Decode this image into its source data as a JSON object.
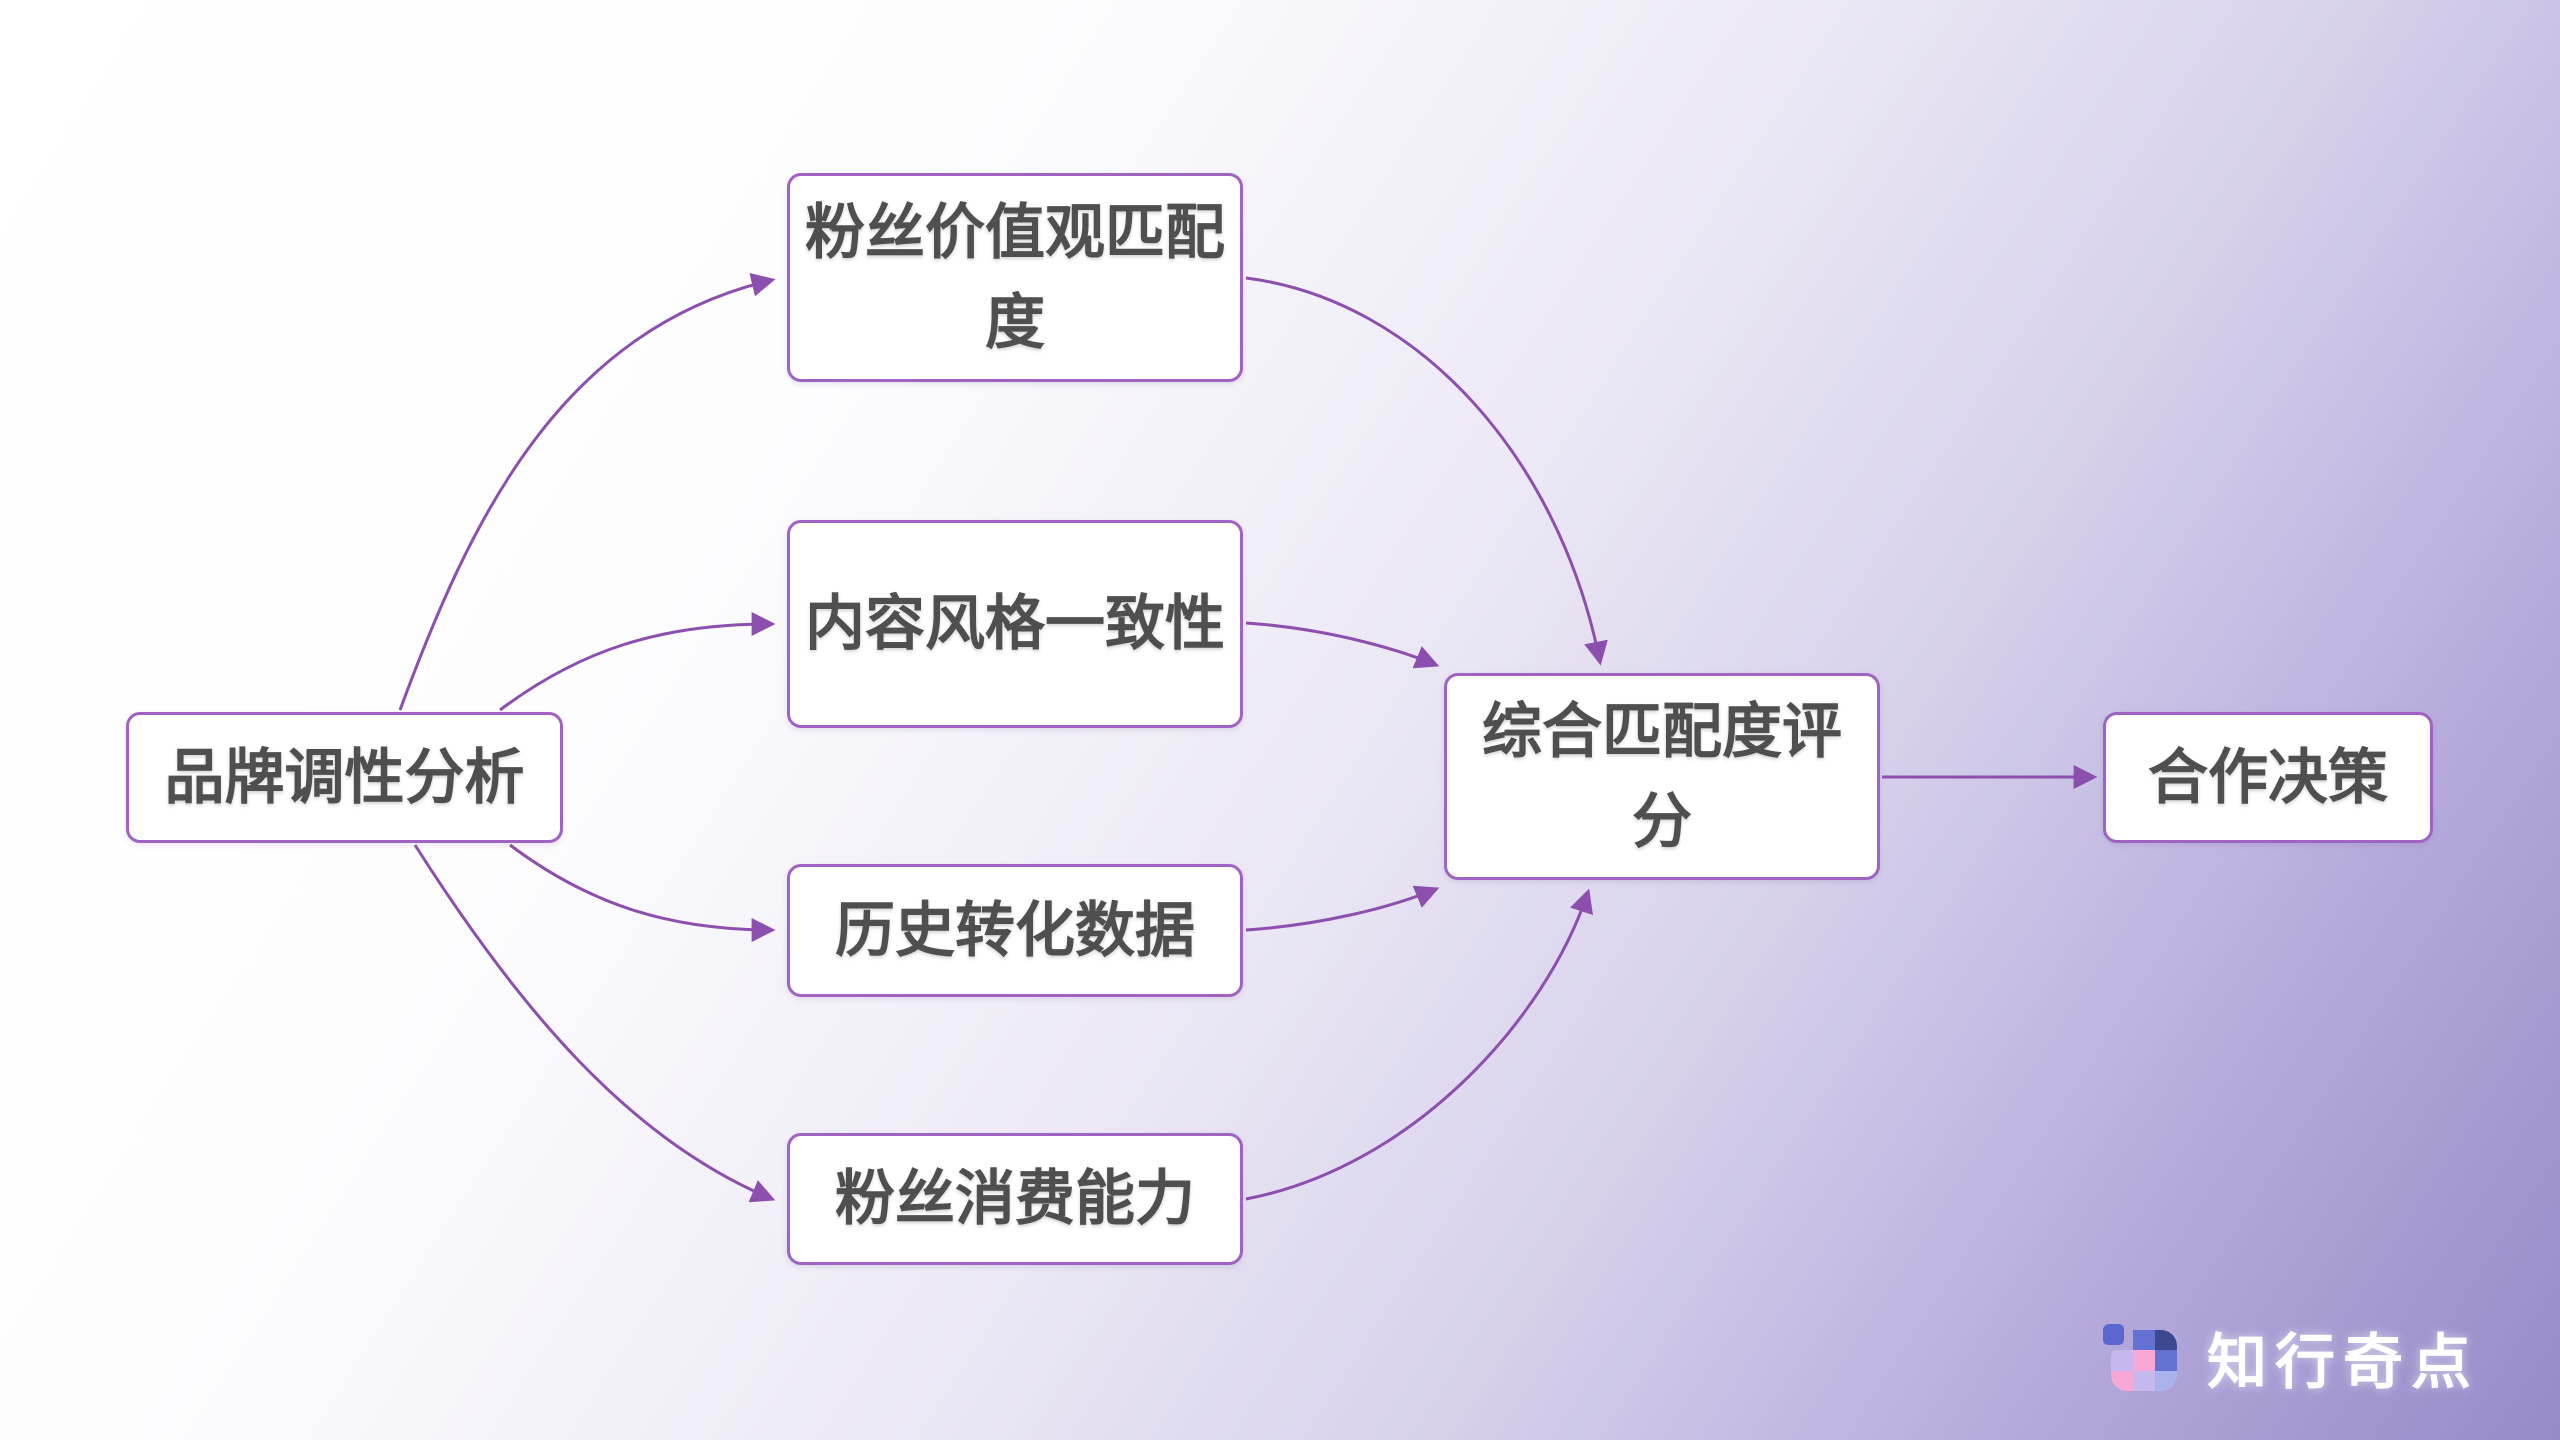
{
  "diagram": {
    "nodes": {
      "source": {
        "label": "品牌调性分析"
      },
      "factor1": {
        "label": "粉丝价值观匹配度"
      },
      "factor2": {
        "label": "内容风格一致性"
      },
      "factor3": {
        "label": "历史转化数据"
      },
      "factor4": {
        "label": "粉丝消费能力"
      },
      "score": {
        "label": "综合匹配度评分"
      },
      "decision": {
        "label": "合作决策"
      }
    },
    "edges": [
      {
        "from": "品牌调性分析",
        "to": "粉丝价值观匹配度"
      },
      {
        "from": "品牌调性分析",
        "to": "内容风格一致性"
      },
      {
        "from": "品牌调性分析",
        "to": "历史转化数据"
      },
      {
        "from": "品牌调性分析",
        "to": "粉丝消费能力"
      },
      {
        "from": "粉丝价值观匹配度",
        "to": "综合匹配度评分"
      },
      {
        "from": "内容风格一致性",
        "to": "综合匹配度评分"
      },
      {
        "from": "历史转化数据",
        "to": "综合匹配度评分"
      },
      {
        "from": "粉丝消费能力",
        "to": "综合匹配度评分"
      },
      {
        "from": "综合匹配度评分",
        "to": "合作决策"
      }
    ]
  },
  "branding": {
    "logo_text": "知行奇点"
  },
  "colors": {
    "bg_top": "#ffffff",
    "bg_bottom": "#978ac7",
    "node_fill": "#ffffff",
    "node_border": "#a163c1",
    "node_text": "#4f4f4f",
    "edge": "#8c4fae",
    "logo_text": "#ffffff",
    "logo_detached": "#5b67cf",
    "logo_blue": "#6470d2",
    "logo_navy": "#3c4890",
    "logo_lavender": "#c6b7ef",
    "logo_pink": "#f8a8d7",
    "logo_periwinkle": "#aab3ee"
  }
}
